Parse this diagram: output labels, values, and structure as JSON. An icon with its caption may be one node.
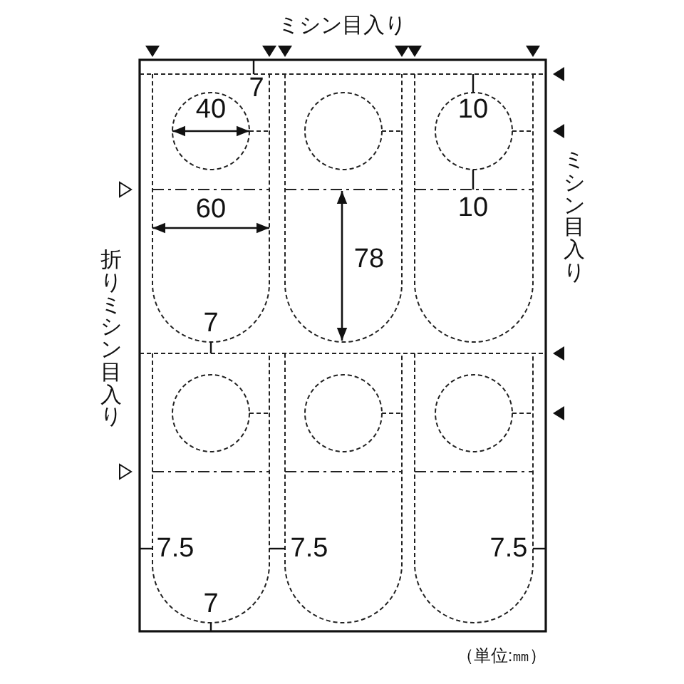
{
  "diagram": {
    "labels": [
      "ミシン目入り",
      "7",
      "40",
      "10",
      "60",
      "10",
      "78",
      "ミシン目入り",
      "折りミシン目入り",
      "7",
      "7.5",
      "7.5",
      "7.5",
      "7",
      "（単位:㎜）"
    ]
  }
}
